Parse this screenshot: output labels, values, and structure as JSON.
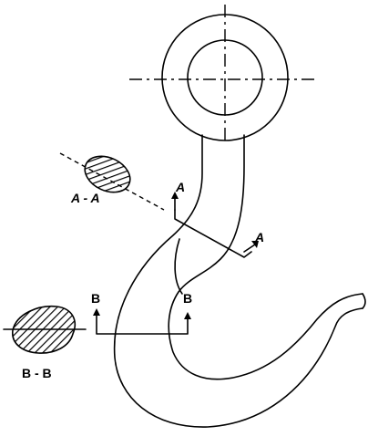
{
  "labels": {
    "section_aa_title": "A - A",
    "section_bb_title": "B - B",
    "cut_a_upper": "A",
    "cut_a_lower": "A",
    "cut_b_left": "B",
    "cut_b_right": "B"
  }
}
